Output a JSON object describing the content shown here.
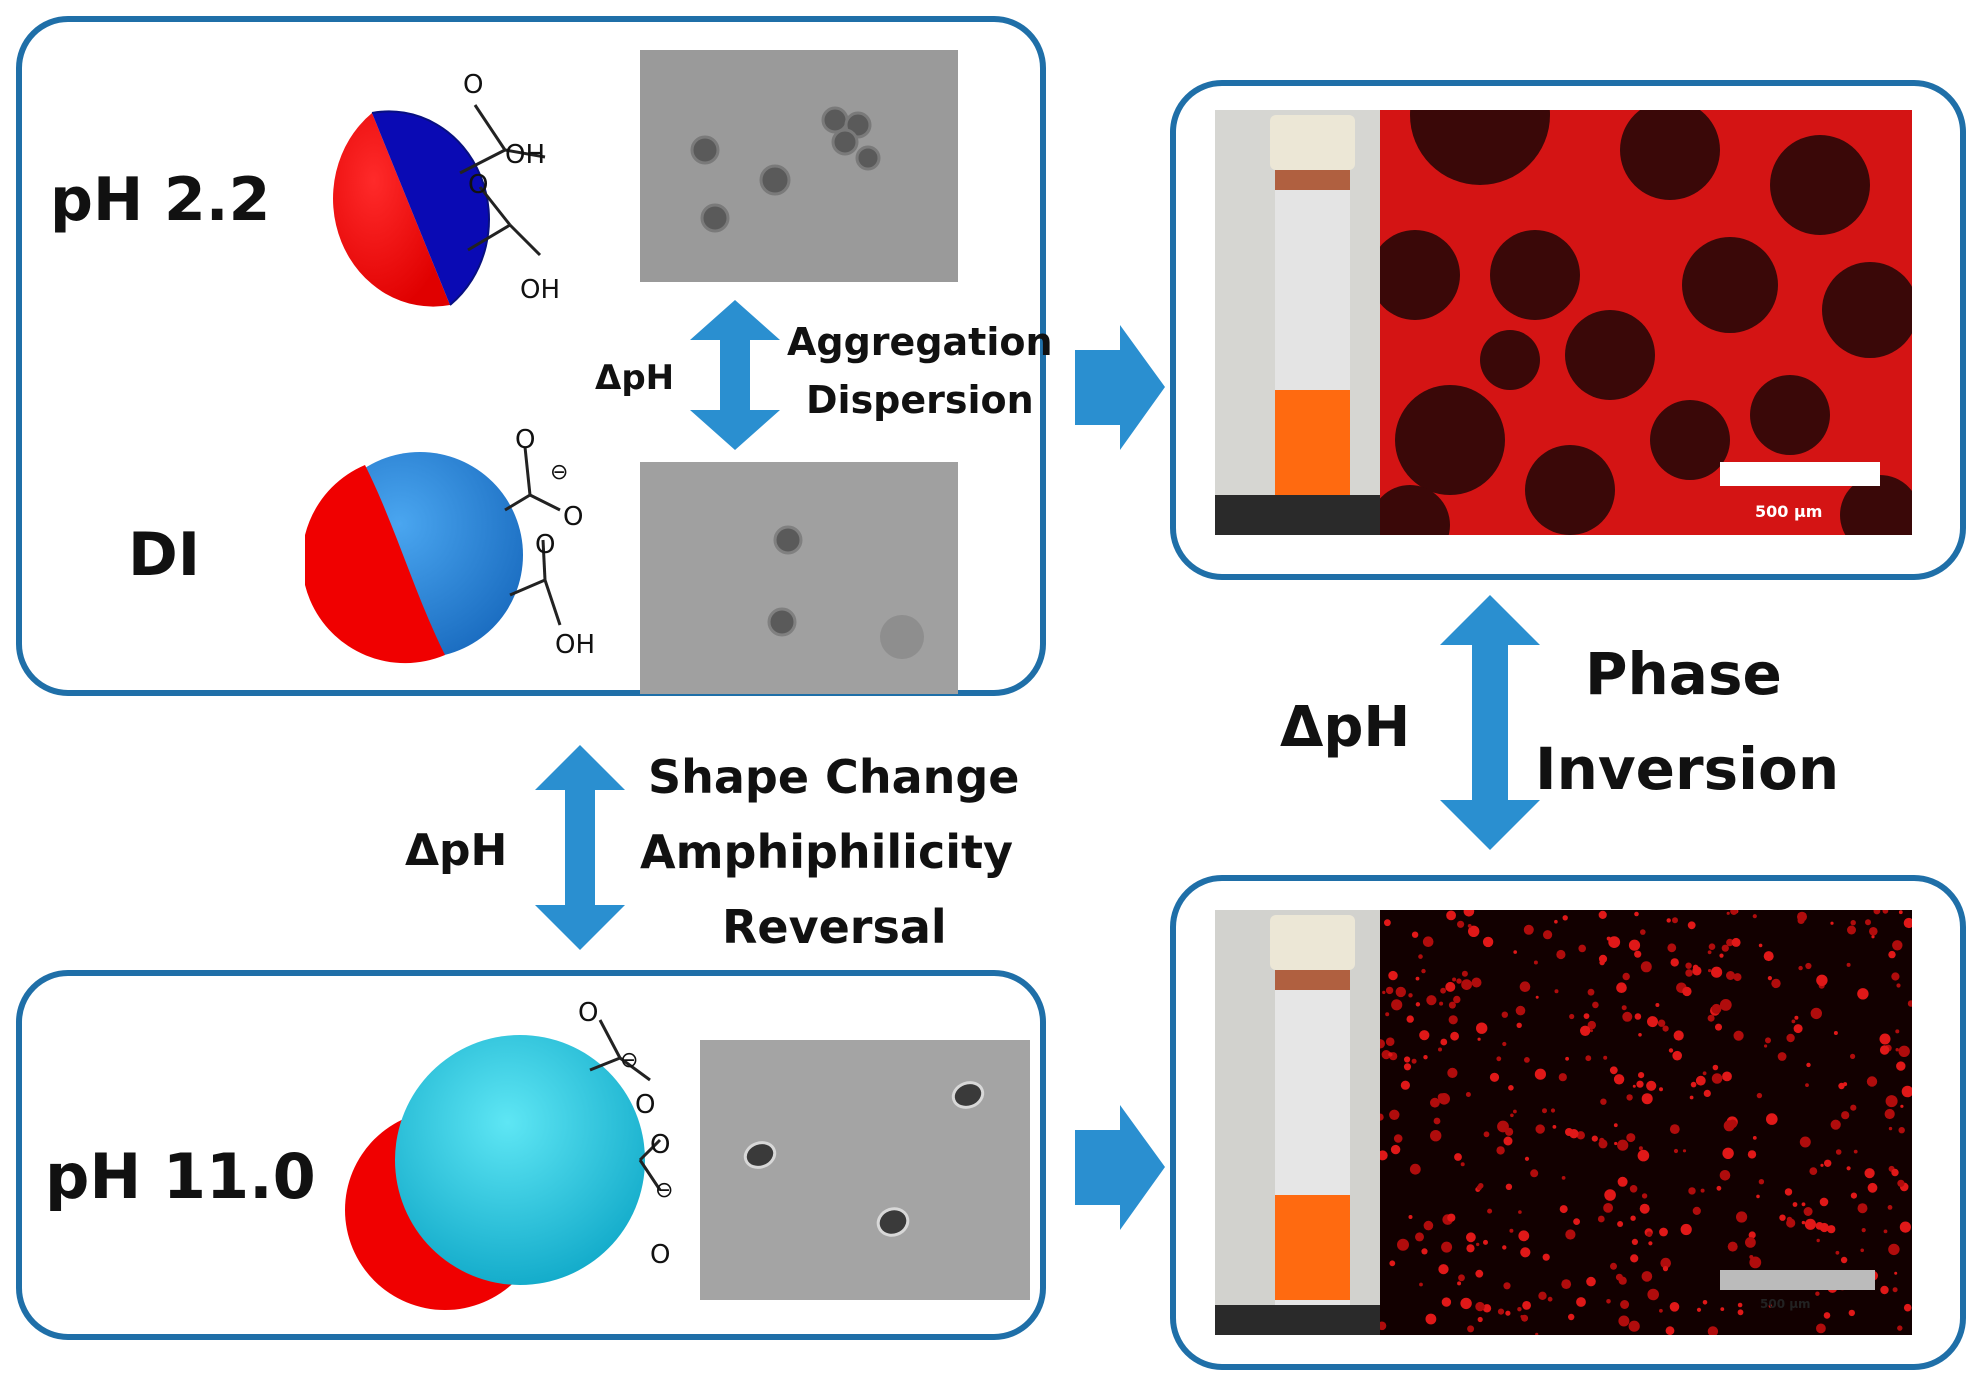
{
  "conditions": {
    "acidic": "pH 2.2",
    "deionized": "DI",
    "basic": "pH 11.0"
  },
  "chem": {
    "oh": "OH",
    "o": "O",
    "minus": "⊖"
  },
  "transitions": {
    "delta_ph": "ΔpH",
    "aggregation_line1": "Aggregation",
    "aggregation_line2": "Dispersion",
    "shape_line1": "Shape Change",
    "shape_line2": "Amphiphilicity",
    "shape_line3": "Reversal",
    "phase_line1": "Phase",
    "phase_line2": "Inversion"
  },
  "scale_bars": {
    "top": "500 µm",
    "bottom": "500 µm"
  },
  "colors": {
    "panel_border": "#1f6fa8",
    "arrow": "#2a8fd0",
    "hydrophobic_red": "#f00000",
    "ph22_blue": "#0a0ab4",
    "di_blue": "#2e86dc",
    "ph11_cyan": "#12c6e0",
    "fluorescence_red": "#d01010",
    "vial_orange": "#ff6a10"
  }
}
